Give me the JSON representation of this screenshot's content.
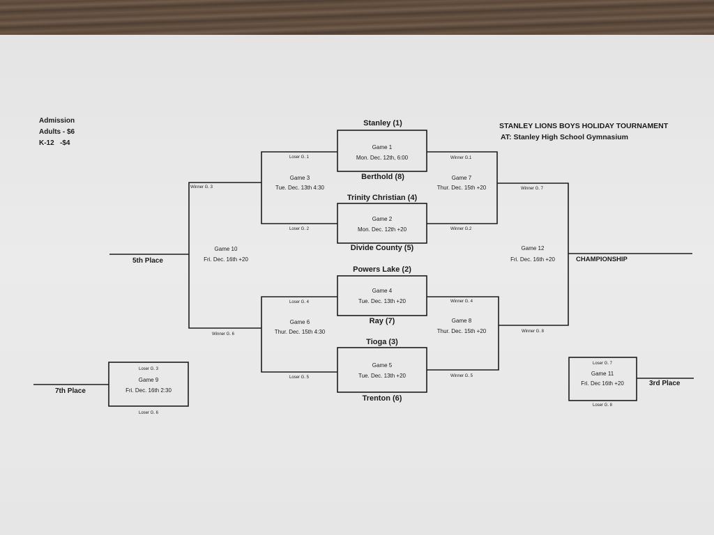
{
  "admission": {
    "title": "Admission",
    "adults": "Adults - $6",
    "k12": "K-12   -$4"
  },
  "tournament": {
    "title": "STANLEY LIONS BOYS HOLIDAY TOURNAMENT",
    "venue": "AT:  Stanley High School Gymnasium"
  },
  "teams": {
    "stanley": "Stanley (1)",
    "berthold": "Berthold (8)",
    "trinity": "Trinity Christian (4)",
    "divide": "Divide County (5)",
    "powers": "Powers Lake (2)",
    "ray": "Ray (7)",
    "tioga": "Tioga (3)",
    "trenton": "Trenton (6)"
  },
  "games": {
    "g1": {
      "name": "Game 1",
      "time": "Mon. Dec. 12th, 6:00"
    },
    "g2": {
      "name": "Game 2",
      "time": "Mon. Dec. 12th +20"
    },
    "g3": {
      "name": "Game 3",
      "time": "Tue. Dec. 13th 4:30"
    },
    "g4": {
      "name": "Game 4",
      "time": "Tue. Dec. 13th +20"
    },
    "g5": {
      "name": "Game 5",
      "time": "Tue. Dec. 13th +20"
    },
    "g6": {
      "name": "Game 6",
      "time": "Thur. Dec. 15th 4:30"
    },
    "g7": {
      "name": "Game 7",
      "time": "Thur. Dec. 15th +20"
    },
    "g8": {
      "name": "Game 8",
      "time": "Thur. Dec. 15th +20"
    },
    "g9": {
      "name": "Game 9",
      "time": "Fri. Dec. 16th 2:30"
    },
    "g10": {
      "name": "Game 10",
      "time": "Fri. Dec. 16th +20"
    },
    "g11": {
      "name": "Game 11",
      "time": "Fri. Dec 16th +20"
    },
    "g12": {
      "name": "Game 12",
      "time": "Fri. Dec. 16th +20"
    }
  },
  "labels": {
    "loser_g1": "Loser G. 1",
    "loser_g2": "Loser G. 2",
    "loser_g3": "Loser G. 3",
    "loser_g4": "Loser G. 4",
    "loser_g5": "Loser G. 5",
    "loser_g6": "Loser G. 6",
    "loser_g7": "Loser G. 7",
    "loser_g8": "Loser G. 8",
    "winner_g1": "Winner G.1",
    "winner_g2": "Winner G.2",
    "winner_g3": "Winner G. 3",
    "winner_g4": "Winner G. 4",
    "winner_g5": "Winner G. 5",
    "winner_g6": "Winner G. 6",
    "winner_g7": "Winner G. 7",
    "winner_g8": "Winner G. 8"
  },
  "places": {
    "fifth": "5th Place",
    "seventh": "7th Place",
    "third": "3rd Place",
    "championship": "CHAMPIONSHIP"
  }
}
